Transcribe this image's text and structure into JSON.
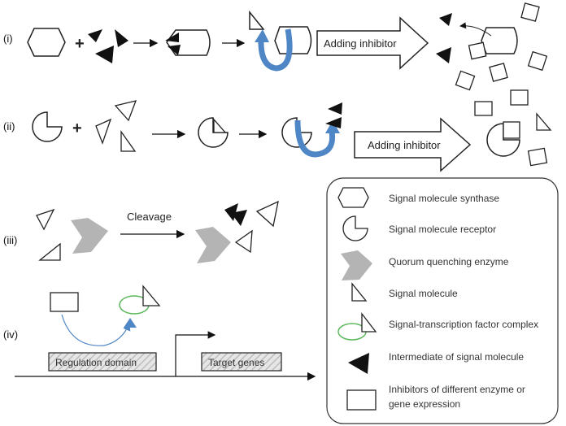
{
  "rows": {
    "r1": "(i)",
    "r2": "(ii)",
    "r3": "(iii)",
    "r4": "(iv)"
  },
  "operators": {
    "plus": "+"
  },
  "arrows": {
    "adding_inhibitor_1": "Adding inhibitor",
    "adding_inhibitor_2": "Adding inhibitor",
    "cleavage": "Cleavage"
  },
  "gene": {
    "regulation_domain": "Regulation domain",
    "target_genes": "Target genes"
  },
  "legend": {
    "items": [
      "Signal molecule synthase",
      "Signal molecule receptor",
      "Quorum quenching enzyme",
      "Signal molecule",
      "Signal-transcription factor complex",
      "Intermediate of signal molecule",
      "Inhibitors of different enzyme or",
      "gene expression"
    ]
  },
  "colors": {
    "blue_arrow": "#4f86c6",
    "enzyme_gray": "#b4b4b4",
    "green_ellipse": "#5cb85c",
    "hatch": "#bdbdbd"
  }
}
